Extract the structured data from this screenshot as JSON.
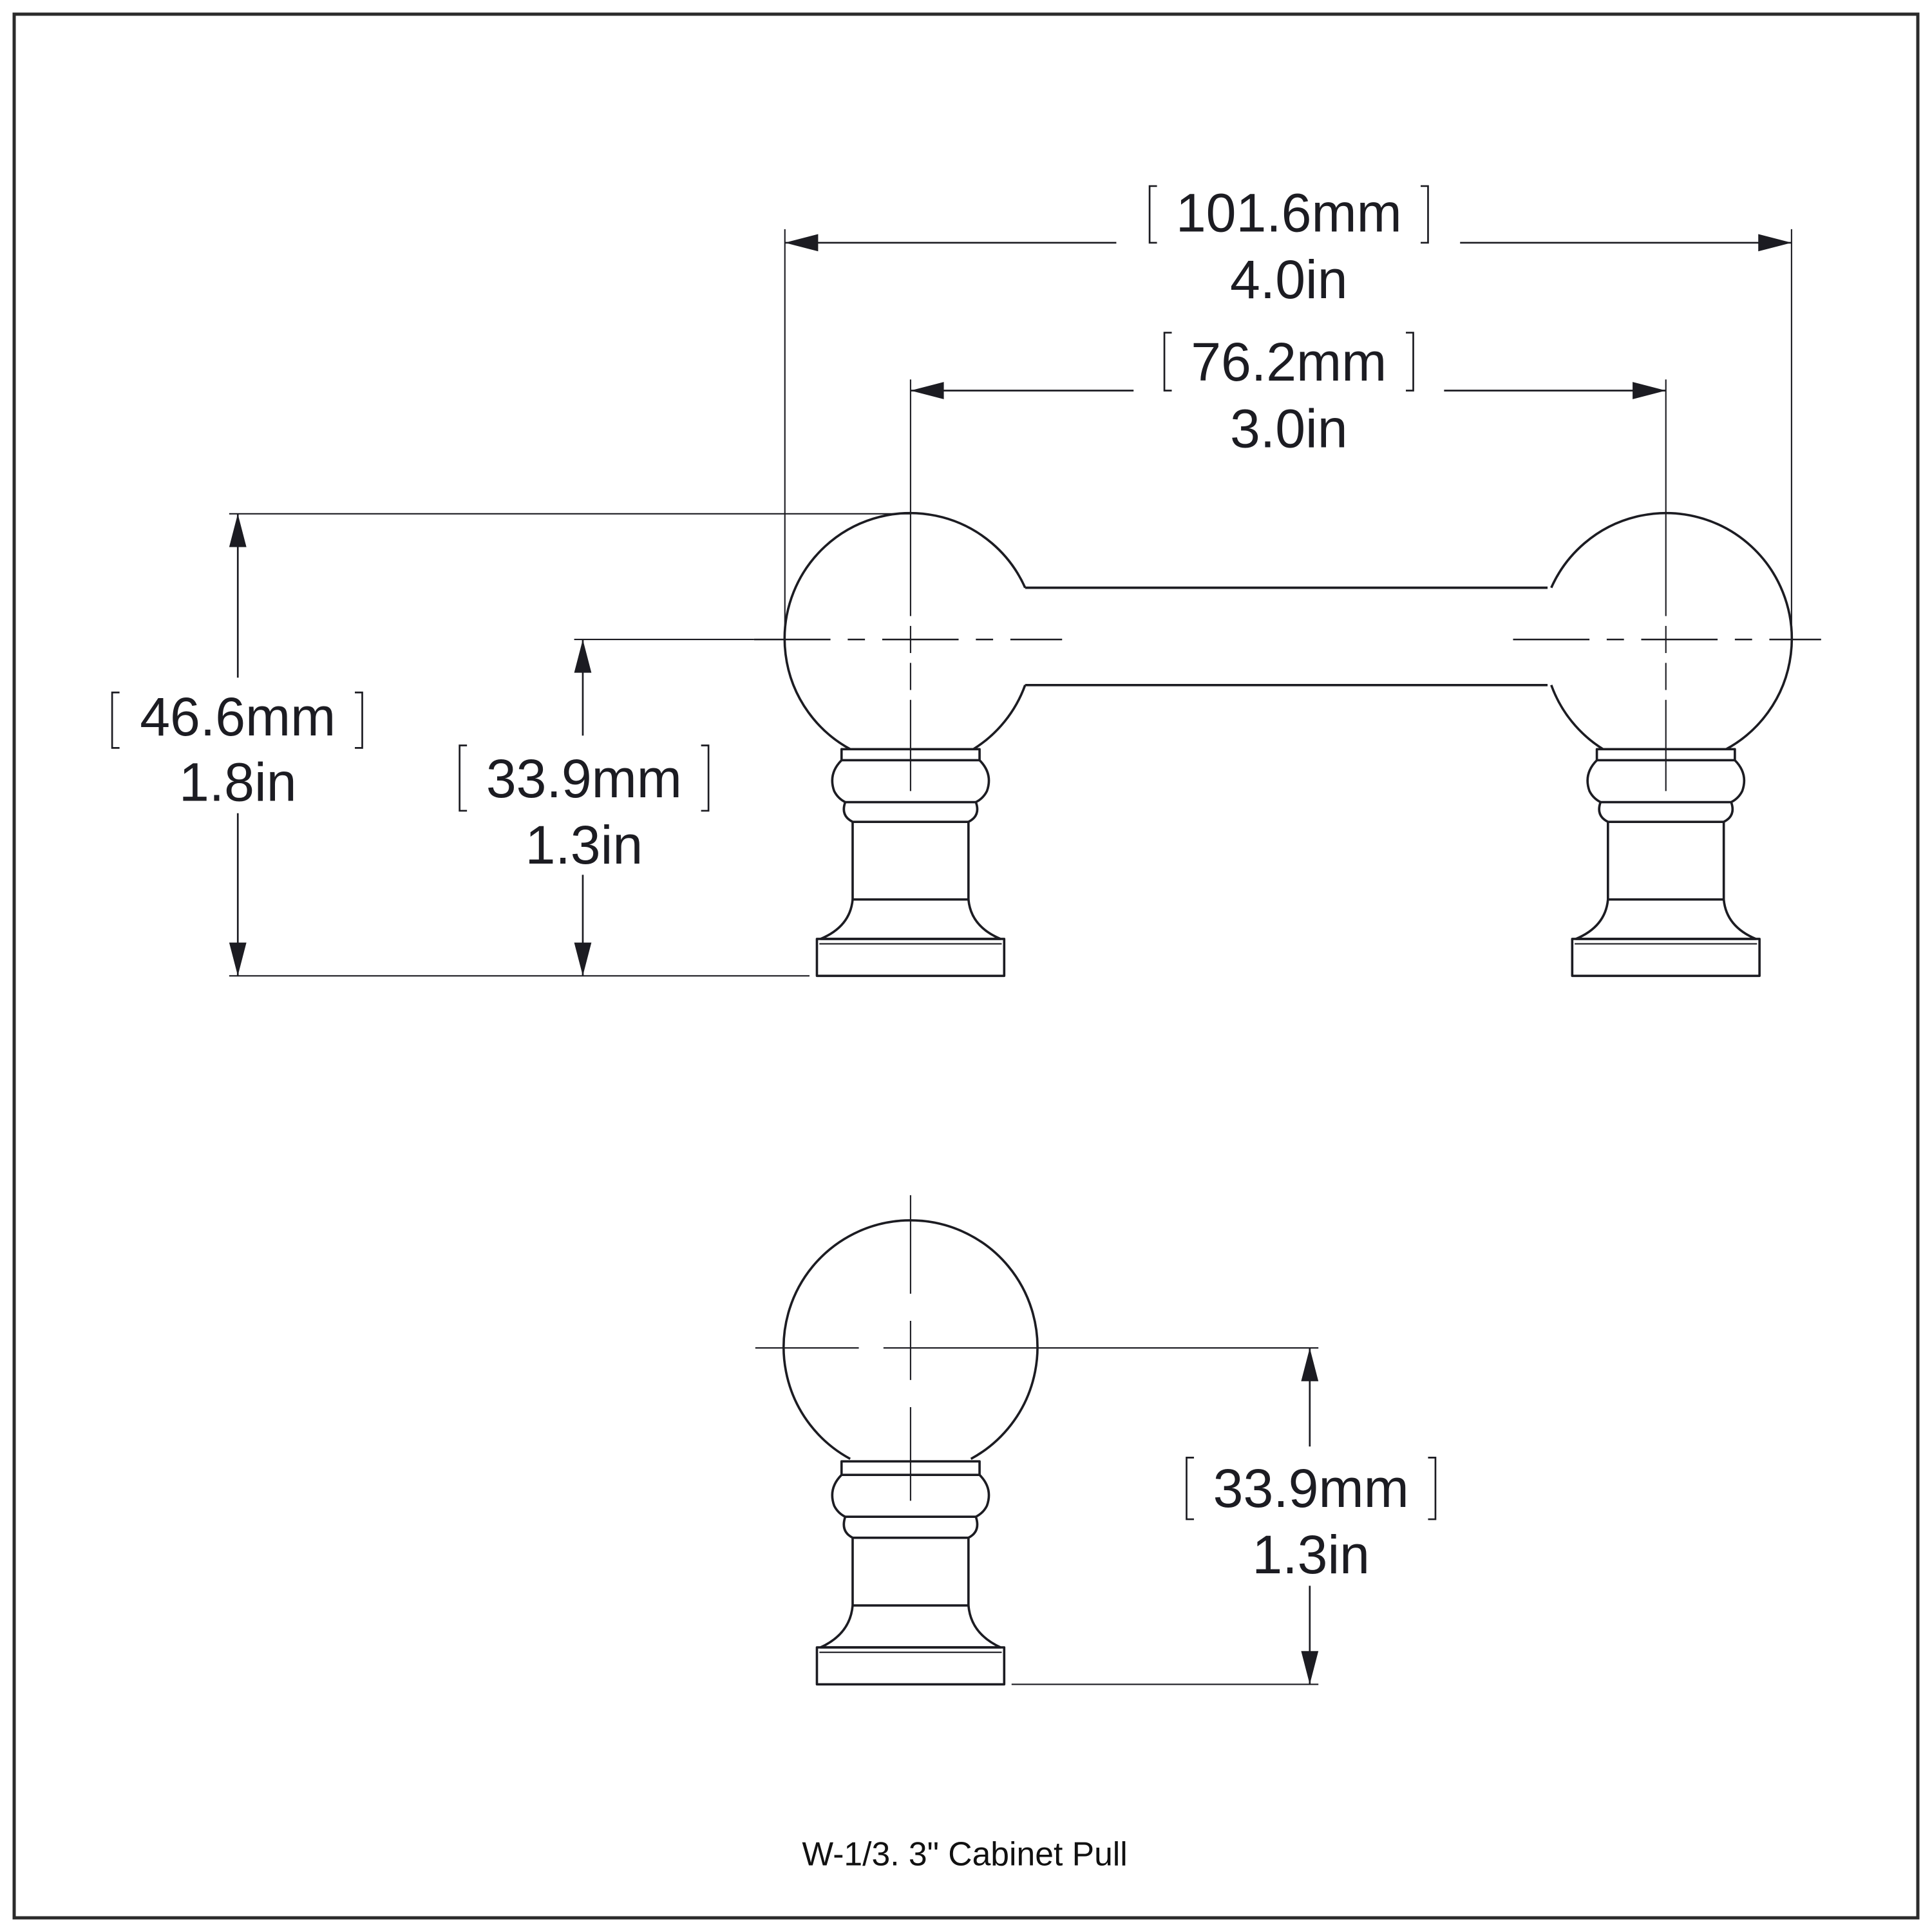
{
  "drawing": {
    "title": "W-1/3. 3\" Cabinet Pull",
    "views": [
      {
        "name": "front-view",
        "description": "Cabinet pull with two ball posts joined by a bar"
      },
      {
        "name": "side-view",
        "description": "Single ball post profile"
      }
    ],
    "dimensions": {
      "overall_length": {
        "mm": "101.6mm",
        "in": "4.0in"
      },
      "center_to_center": {
        "mm": "76.2mm",
        "in": "3.0in"
      },
      "overall_height": {
        "mm": "46.6mm",
        "in": "1.8in"
      },
      "projection_front": {
        "mm": "33.9mm",
        "in": "1.3in"
      },
      "projection_side": {
        "mm": "33.9mm",
        "in": "1.3in"
      }
    },
    "colors": {
      "line": "#1c1c22",
      "frame": "#2a2a2a",
      "background": "#ffffff"
    }
  }
}
